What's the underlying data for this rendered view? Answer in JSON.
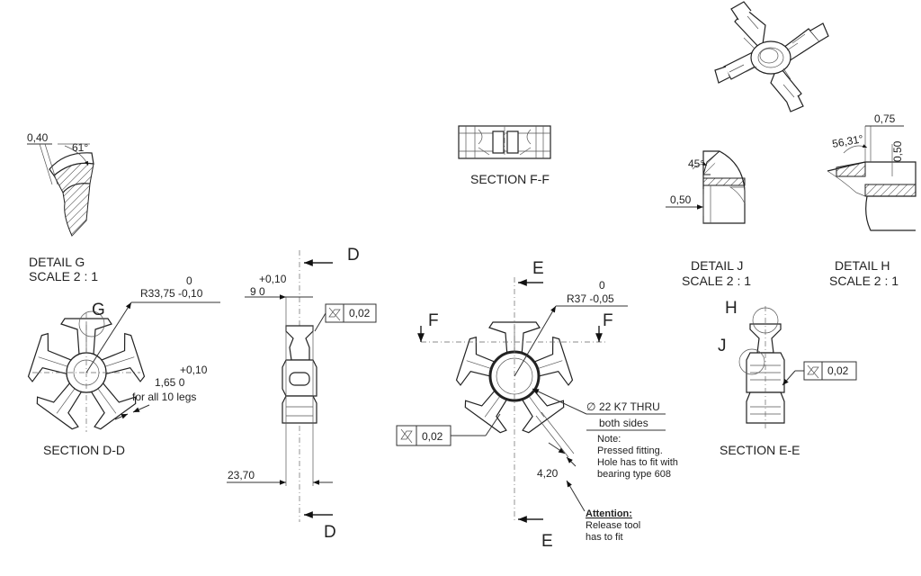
{
  "details": {
    "g": {
      "caption": "DETAIL G",
      "scale": "SCALE 2 : 1",
      "dim_thickness": "0,40",
      "dim_angle": "61°",
      "marker": "G"
    },
    "j": {
      "caption": "DETAIL J",
      "scale": "SCALE 2 : 1",
      "dim_angle": "45°",
      "dim_width": "0,50",
      "marker": "J"
    },
    "h": {
      "caption": "DETAIL H",
      "scale": "SCALE 2 : 1",
      "dim_top": "0,75",
      "dim_angle": "56,31°",
      "dim_side": "0,50",
      "marker": "H"
    }
  },
  "section_ff": {
    "caption": "SECTION F-F",
    "marker": "F"
  },
  "section_dd": {
    "caption": "SECTION D-D",
    "marker": "D",
    "radius_upper": "0",
    "radius_main": "R33,75 -0,10",
    "leg_tol_upper": "+0,10",
    "leg_value": "1,65  0",
    "leg_note": "for all 10 legs"
  },
  "side_view": {
    "tol_upper": "+0,10",
    "tol_value": "9  0",
    "flatness_value": "0,02",
    "width": "23,70"
  },
  "section_ee": {
    "caption": "SECTION E-E",
    "marker": "E",
    "flatness_value": "0,02"
  },
  "front_view": {
    "radius_upper": "0",
    "radius_main": "R37 -0,05",
    "hole_spec": "22 K7 THRU",
    "hole_note": "both sides",
    "note_title": "Note:",
    "note_lines": [
      "Pressed fitting.",
      "Hole has to fit with",
      "bearing type 608"
    ],
    "width": "4,20",
    "attention_title": "Attention:",
    "attention_lines": [
      "Release tool",
      "has to fit"
    ],
    "flatness_value": "0,02"
  },
  "symbols": {
    "diameter": "∅",
    "flatness": "cylindricity-symbol-icon"
  }
}
